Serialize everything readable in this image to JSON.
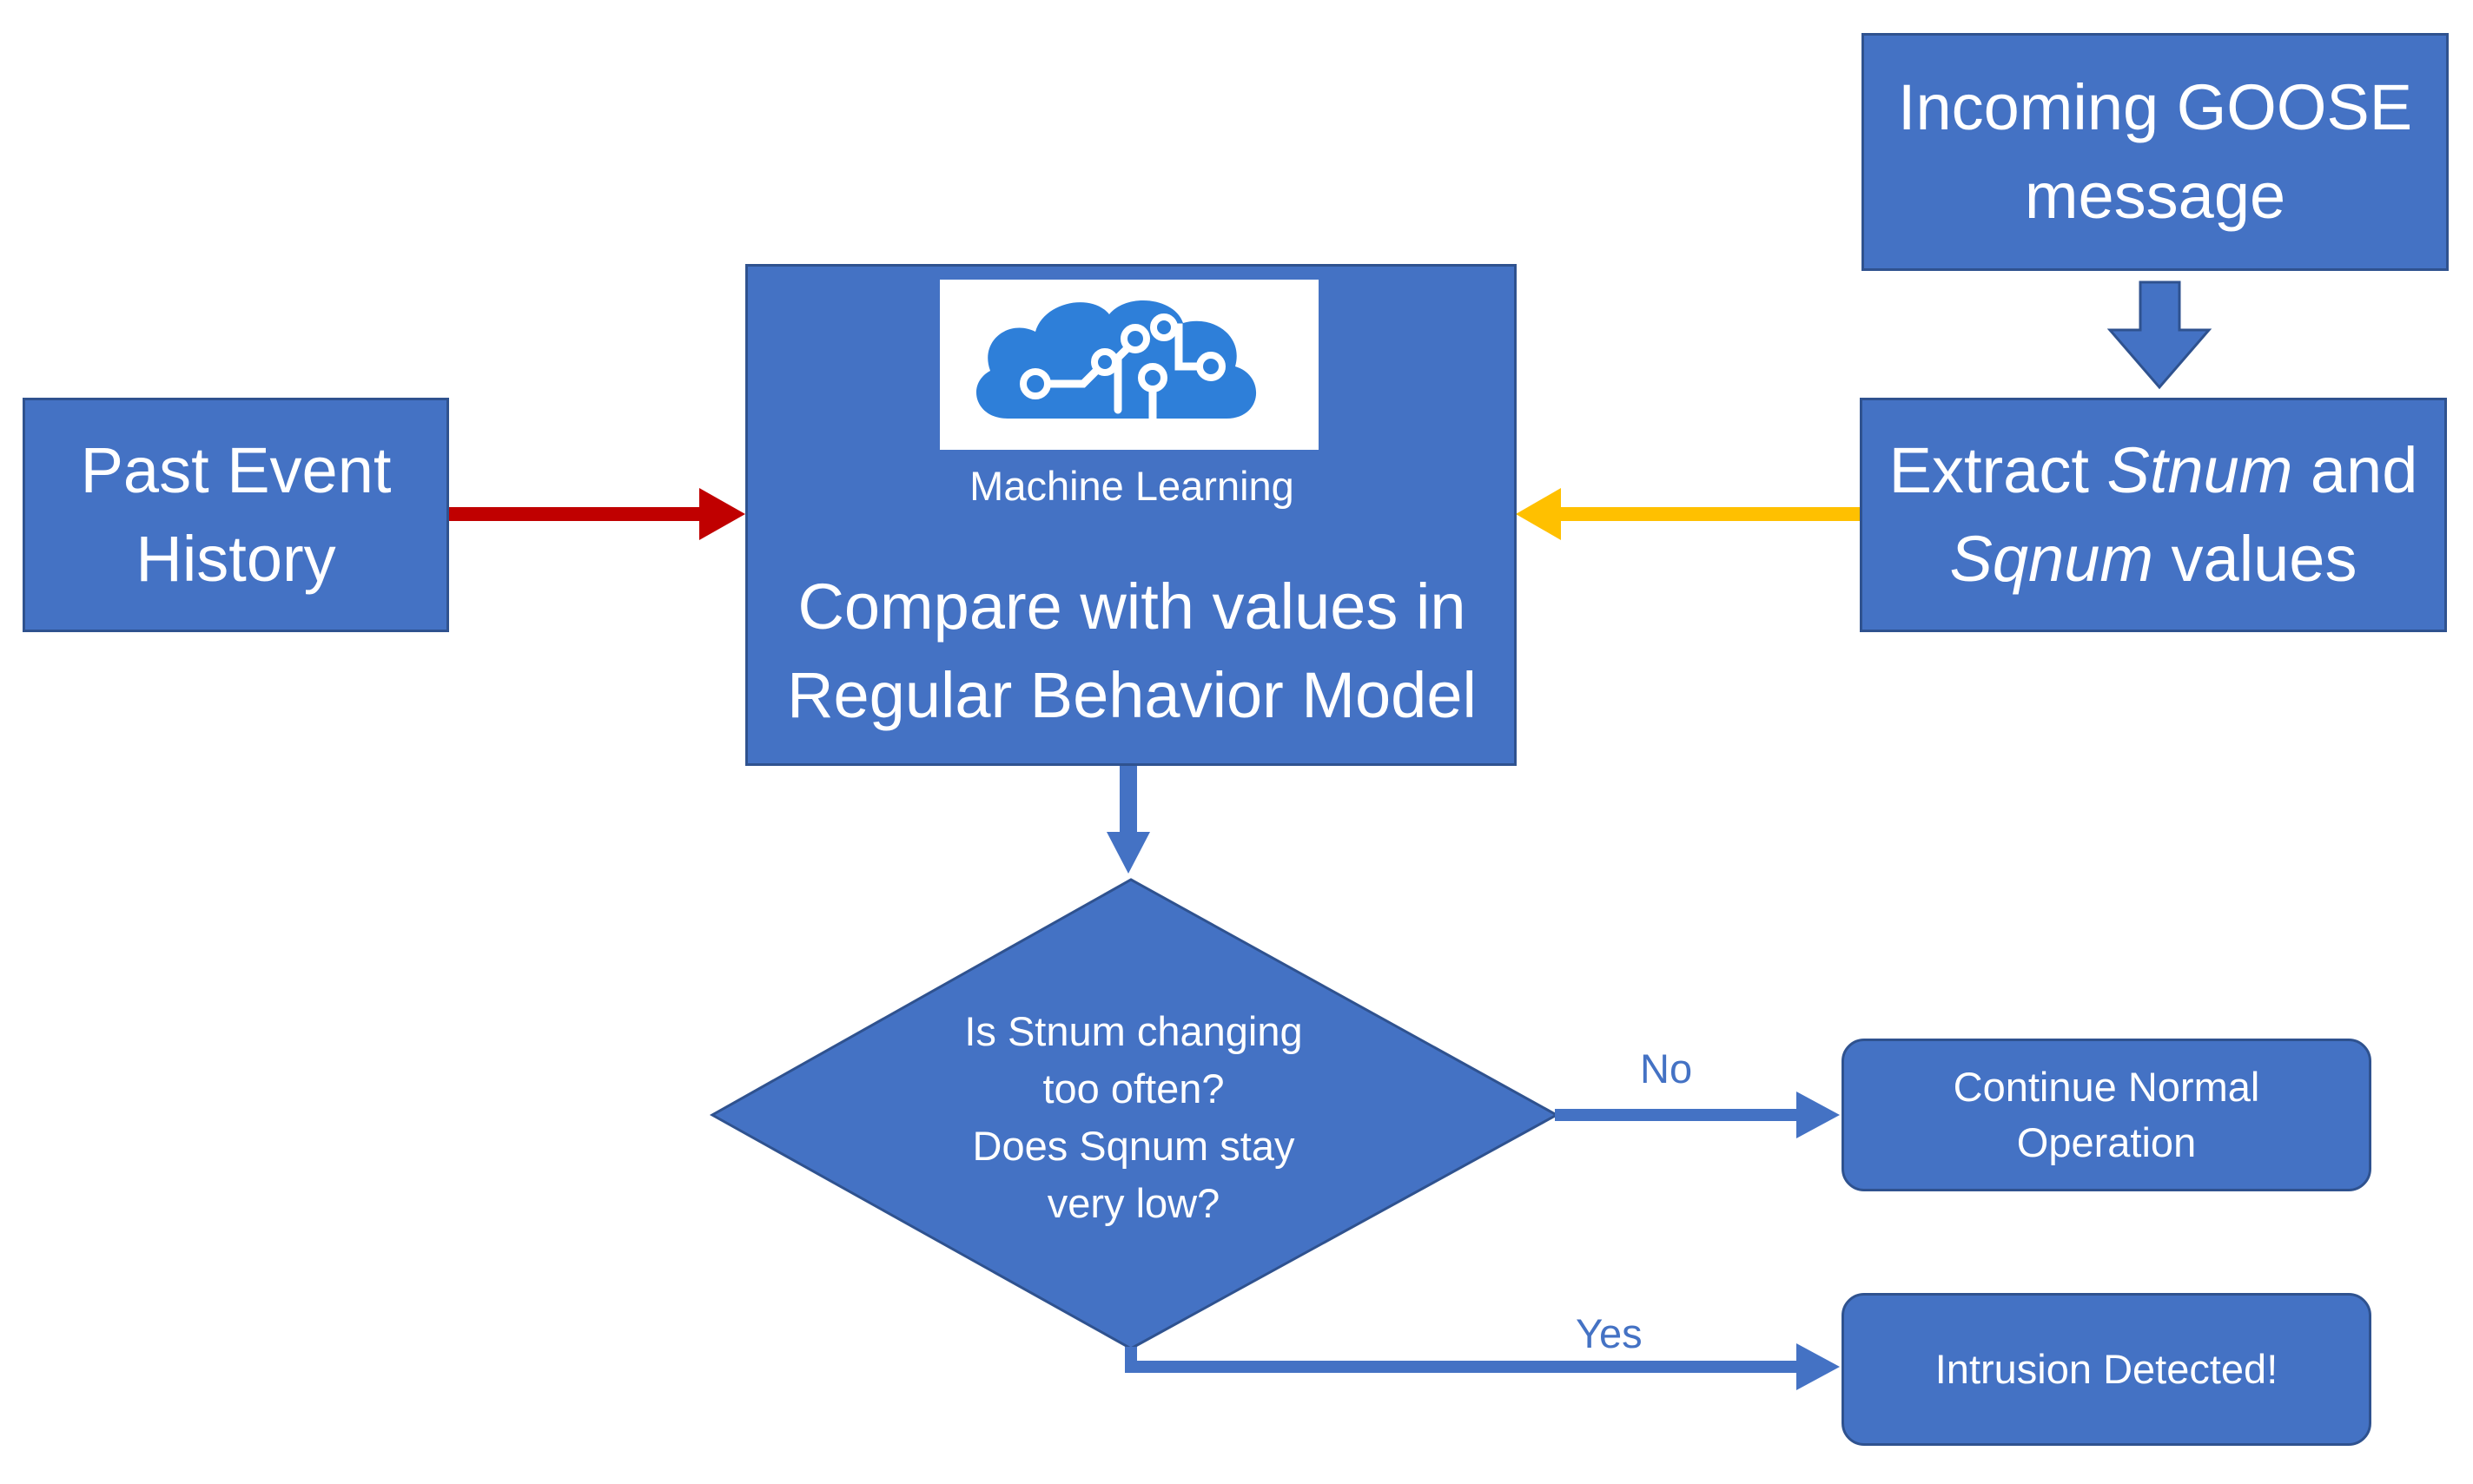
{
  "nodes": {
    "past_event": {
      "lines": [
        "Past Event",
        "History"
      ]
    },
    "incoming": {
      "lines": [
        "Incoming GOOSE",
        "message"
      ]
    },
    "extract": {
      "line1_pre": "Extract ",
      "line1_em": "Stnum",
      "line1_post": " and",
      "line2_em": "Sqnum",
      "line2_post": " values"
    },
    "ml_block": {
      "logo_label": "Machine Learning",
      "lines": [
        "Compare with values in",
        "Regular Behavior Model"
      ]
    },
    "decision": {
      "lines": [
        "Is Stnum changing",
        "too often?",
        "Does Sqnum stay",
        "very low?"
      ]
    },
    "continue": {
      "lines": [
        "Continue Normal",
        "Operation"
      ]
    },
    "intrusion": {
      "lines": [
        "Intrusion Detected!"
      ]
    }
  },
  "edges": {
    "no_label": "No",
    "yes_label": "Yes"
  },
  "colors": {
    "box_fill": "#4472c4",
    "box_border": "#2f528f",
    "arrow_red": "#c00000",
    "arrow_yellow": "#ffc000",
    "arrow_blue": "#4472c4",
    "logo_blue": "#2e7fd9"
  },
  "icons": {
    "ml_logo": "brain-circuit-icon"
  }
}
